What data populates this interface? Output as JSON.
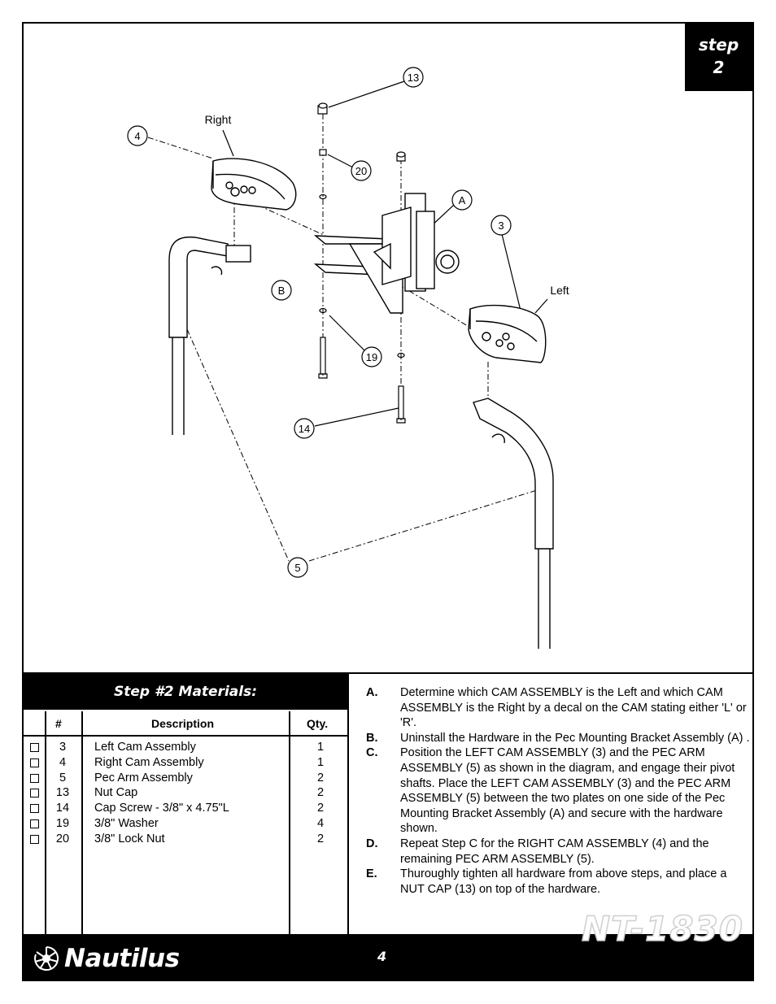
{
  "step": {
    "word": "step",
    "number": "2"
  },
  "diagram": {
    "callouts": {
      "c13": "13",
      "c4": "4",
      "c20": "20",
      "cA": "A",
      "c3": "3",
      "cB": "B",
      "c19": "19",
      "c14": "14",
      "c5": "5"
    },
    "labels": {
      "right": "Right",
      "left": "Left"
    }
  },
  "materials": {
    "title": "Step #2 Materials:",
    "columns": {
      "num": "#",
      "description": "Description",
      "qty": "Qty."
    },
    "rows": [
      {
        "num": "3",
        "description": "Left Cam Assembly",
        "qty": "1"
      },
      {
        "num": "4",
        "description": "Right Cam Assembly",
        "qty": "1"
      },
      {
        "num": "5",
        "description": "Pec Arm Assembly",
        "qty": "2"
      },
      {
        "num": "13",
        "description": "Nut Cap",
        "qty": "2"
      },
      {
        "num": "14",
        "description": "Cap Screw - 3/8\" x 4.75\"L",
        "qty": "2"
      },
      {
        "num": "19",
        "description": "3/8\" Washer",
        "qty": "4"
      },
      {
        "num": "20",
        "description": "3/8\" Lock Nut",
        "qty": "2"
      }
    ]
  },
  "instructions": [
    {
      "label": "A.",
      "text": "Determine which CAM ASSEMBLY is the Left and which CAM ASSEMBLY is the Right by a decal on the CAM stating either 'L' or 'R'."
    },
    {
      "label": "B.",
      "text": "Uninstall the Hardware in the Pec Mounting Bracket Assembly (A) ."
    },
    {
      "label": "C.",
      "text": "Position the LEFT CAM ASSEMBLY (3) and the PEC ARM ASSEMBLY (5) as shown in the diagram, and engage their pivot shafts.  Place the LEFT CAM ASSEMBLY (3) and the PEC ARM ASSEMBLY (5) between the two plates on one side of the Pec Mounting Bracket Assembly (A) and secure with the hardware shown."
    },
    {
      "label": "D.",
      "text": "Repeat Step C for the RIGHT CAM ASSEMBLY (4) and the remaining PEC ARM ASSEMBLY (5)."
    },
    {
      "label": "E.",
      "text": "Thuroughly tighten all hardware from above steps, and place a NUT CAP (13) on top of the hardware."
    }
  ],
  "footer": {
    "brand": "Nautilus",
    "page": "4",
    "model": "NT-1830"
  }
}
